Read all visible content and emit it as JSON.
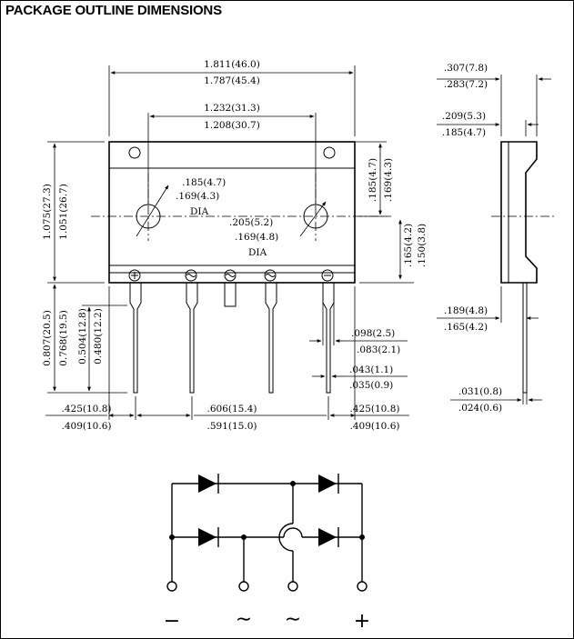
{
  "title": "PACKAGE OUTLINE DIMENSIONS",
  "dims": {
    "overall_width_max": "1.811(46.0)",
    "overall_width_min": "1.787(45.4)",
    "hole_pitch_max": "1.232(31.3)",
    "hole_pitch_min": "1.208(30.7)",
    "hole_dia_max": ".185(4.7)",
    "hole_dia_min": ".169(4.3)",
    "hole_dia_label": "DIA",
    "right_hole_dia_max": ".205(5.2)",
    "right_hole_dia_min": ".169(4.8)",
    "right_hole_dia_label": "DIA",
    "hole_offset_max": ".185(4.7)",
    "hole_offset_min": ".169(4.3)",
    "hole_center_max": ".165(4.2)",
    "hole_center_min": ".150(3.8)",
    "body_height_max": "1.075(27.3)",
    "body_height_min": "1.051(26.7)",
    "total_height_max": "0.807(20.5)",
    "total_height_min": "0.768(19.5)",
    "lead_length_max": "0.504(12.8)",
    "lead_length_min": "0.480(12.2)",
    "lead_width_max": ".098(2.5)",
    "lead_width_min": ".083(2.1)",
    "lead_thick_max": ".043(1.1)",
    "lead_thick_min": ".035(0.9)",
    "left_edge_max": ".425(10.8)",
    "left_edge_min": ".409(10.6)",
    "lead_pitch_max": ".606(15.4)",
    "lead_pitch_min": ".591(15.0)",
    "right_edge_max": ".425(10.8)",
    "right_edge_min": ".409(10.6)",
    "side_thick_max": ".307(7.8)",
    "side_thick_min": ".283(7.2)",
    "side_step_max": ".209(5.3)",
    "side_step_min": ".185(4.7)",
    "side_lead_offset_max": ".189(4.8)",
    "side_lead_offset_min": ".165(4.2)",
    "side_lead_thick_max": ".031(0.8)",
    "side_lead_thick_min": ".024(0.6)"
  },
  "pins": {
    "minus": "−",
    "ac1": "∼",
    "ac2": "∼",
    "plus": "+"
  },
  "icons": [
    "pin-minus-icon",
    "pin-ac-icon",
    "pin-plus-icon",
    "diode-icon"
  ]
}
